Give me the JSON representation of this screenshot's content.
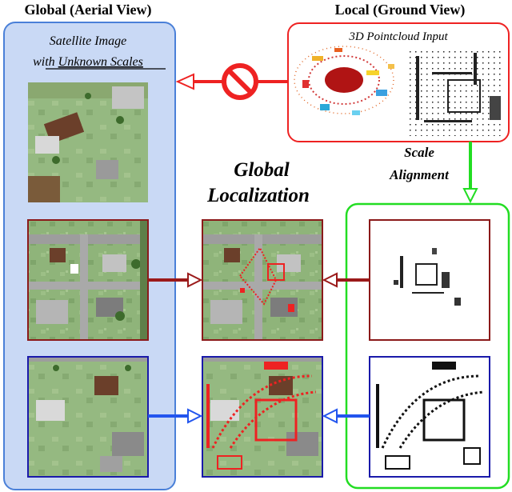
{
  "headers": {
    "global": "Global (Aerial View)",
    "local": "Local (Ground View)"
  },
  "satellite_caption": {
    "line1": "Satellite Image",
    "line2_prefix": "with ",
    "line2_underlined": "Unknown Scales"
  },
  "pointcloud_caption": "3D Pointcloud Input",
  "center_title": {
    "line1": "Global",
    "line2": "Localization"
  },
  "scale_alignment": {
    "line1": "Scale",
    "line2": "Alignment"
  },
  "colors": {
    "global_panel_fill": "#c9d9f5",
    "global_panel_border": "#4a80d8",
    "local_panel_border": "#ee2222",
    "alignment_panel_border": "#22dd22",
    "red_frame": "#8b1a1a",
    "blue_frame": "#1a1aaa",
    "red_arrow": "#ee2222",
    "dark_red_arrow": "#9b1a1a",
    "blue_arrow": "#2255ee",
    "green_arrow": "#22dd22",
    "grass": "#8fb47a",
    "road": "#a9a9a9"
  },
  "icons": {
    "prohibited": "no-entry-icon"
  }
}
